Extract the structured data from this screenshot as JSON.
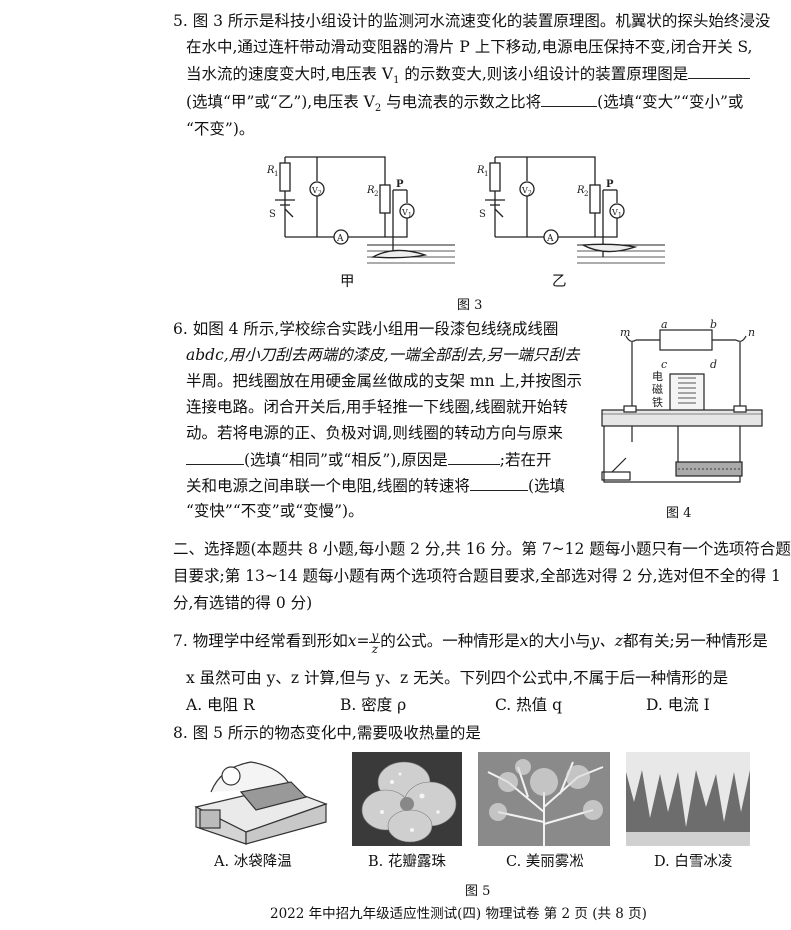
{
  "q5": {
    "line1": "5. 图 3 所示是科技小组设计的监测河水流速变化的装置原理图。机翼状的探头始终浸没",
    "line2": "在水中,通过连杆带动滑动变阻器的滑片 P 上下移动,电源电压保持不变,闭合开关 S,",
    "line3": "当水流的速度变大时,电压表 V",
    "line3_sub": "1",
    "line3b": " 的示数变大,则该小组设计的装置原理图是",
    "line4a": "(选填“甲”或“乙”),电压表 V",
    "line4_sub": "2",
    "line4b": " 与电流表的示数之比将",
    "line4c": "(选填“变大”“变小”或",
    "line5": "“不变”)。",
    "fig_caption": "图 3",
    "circuit_left_label": "甲",
    "circuit_right_label": "乙",
    "labels": {
      "R1": "R",
      "R1_sub": "1",
      "R2": "R",
      "R2_sub": "2",
      "S": "S",
      "P": "P",
      "V1": "V",
      "V1_sub": "1",
      "V2": "V",
      "V2_sub": "2",
      "A": "A"
    }
  },
  "q6": {
    "line1": "6. 如图 4 所示,学校综合实践小组用一段漆包线绕成线圈",
    "line2": "abdc,用小刀刮去两端的漆皮,一端全部刮去,另一端只刮去",
    "line3": "半周。把线圈放在用硬金属丝做成的支架 mn 上,并按图示",
    "line4": "连接电路。闭合开关后,用手轻推一下线圈,线圈就开始转",
    "line5": "动。若将电源的正、负极对调,则线圈的转动方向与原来",
    "line6a": "(选填“相同”或“相反”),原因是",
    "line6b": ";若在开",
    "line7a": "关和电源之间串联一个电阻,线圈的转速将",
    "line7b": "(选填",
    "line8": "“变快”“不变”或“变慢”)。",
    "fig_caption": "图 4",
    "fig_labels": {
      "m": "m",
      "n": "n",
      "a": "a",
      "b": "b",
      "c": "c",
      "d": "d",
      "magnet1": "电",
      "magnet2": "磁",
      "magnet3": "铁"
    }
  },
  "section2": {
    "line1": "二、选择题(本题共 8 小题,每小题 2 分,共 16 分。第 7~12 题每小题只有一个选项符合题",
    "line2": "目要求;第 13~14 题每小题有两个选项符合题目要求,全部选对得 2 分,选对但不全的得 1",
    "line3": "分,有选错的得 0 分)"
  },
  "q7": {
    "line1a": "7. 物理学中经常看到形如",
    "formula_x": "x",
    "formula_eq": "=",
    "formula_num": "y",
    "formula_den": "z",
    "line1b": "的公式。一种情形是",
    "line1c": "x",
    "line1d": "的大小与",
    "line1e": "y、z",
    "line1f": "都有关;另一种情形是",
    "line2": "x 虽然可由 y、z 计算,但与 y、z 无关。下列四个公式中,不属于后一种情形的是",
    "options": [
      "A. 电阻 R",
      "B. 密度 ρ",
      "C. 热值 q",
      "D. 电流 I"
    ]
  },
  "q8": {
    "line1": "8. 图 5 所示的物态变化中,需要吸收热量的是",
    "options": [
      "A. 冰袋降温",
      "B. 花瓣露珠",
      "C. 美丽雾凇",
      "D. 白雪冰凌"
    ],
    "fig_caption": "图 5"
  },
  "footer": "2022 年中招九年级适应性测试(四)   物理试卷   第 2 页   (共 8 页)"
}
